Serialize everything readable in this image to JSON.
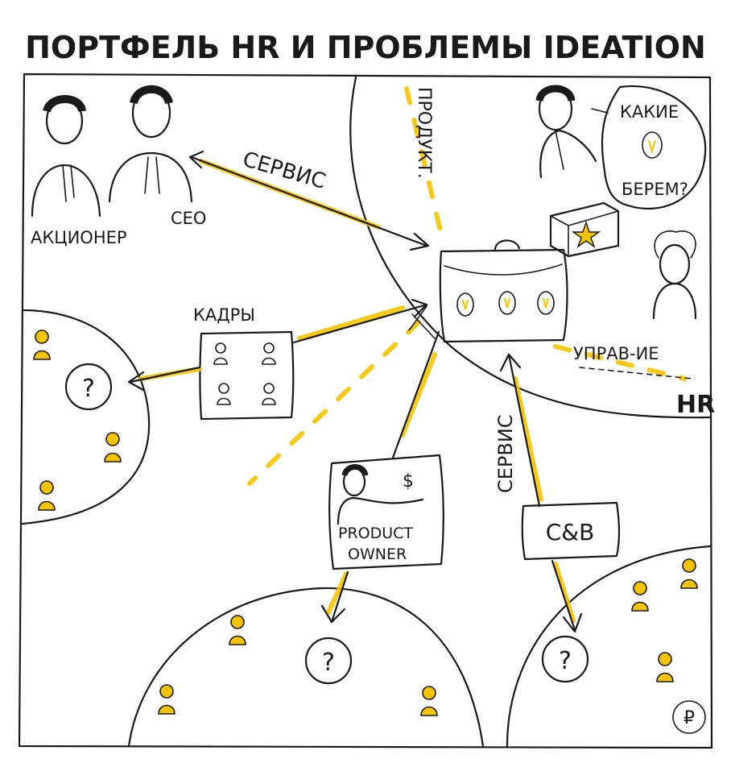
{
  "title": "ПОРТФЕЛЬ HR И ПРОБЛЕМЫ IDEATION",
  "labels": {
    "shareholder": "АКЦИОНЕР",
    "ceo": "CEO",
    "service_top": "СЕРВИС",
    "product": "ПРОДУКТ.",
    "which_take_1": "КАКИЕ",
    "which_take_2": "БЕРЕМ?",
    "staff": "КАДРЫ",
    "management": "УПРАВ-ИЕ",
    "hr": "HR",
    "service_vertical": "СЕРВИС",
    "product_owner_1": "PRODUCT",
    "product_owner_2": "OWNER",
    "cb": "C&B",
    "question": "?",
    "dollar": "$",
    "signature": "₽"
  },
  "colors": {
    "accent": "#f5c400",
    "ink": "#1a1a1a"
  }
}
